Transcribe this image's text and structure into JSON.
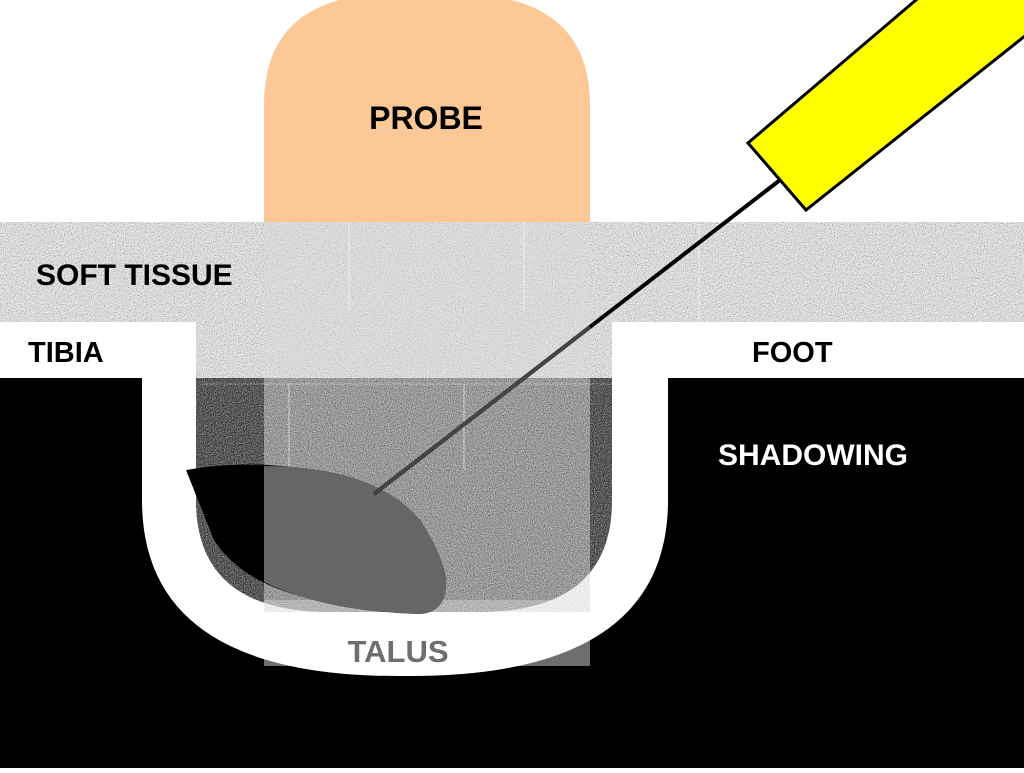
{
  "labels": {
    "probe": "PROBE",
    "soft_tissue": "SOFT TISSUE",
    "tibia": "TIBIA",
    "foot": "FOOT",
    "shadowing": "SHADOWING",
    "talus": "TALUS"
  },
  "colors": {
    "background": "#ffffff",
    "probe": "#fbc896",
    "needle_hub": "#ffff00",
    "bone_shadow": "#000000",
    "bone_surface": "#ffffff",
    "soft_tissue": "#8c8c8c",
    "beam": "#c8c8c8",
    "lesion": "#666666",
    "needle": "#000000"
  },
  "icons": {
    "probe": "ultrasound-probe-shape",
    "needle": "needle-with-yellow-hub"
  }
}
